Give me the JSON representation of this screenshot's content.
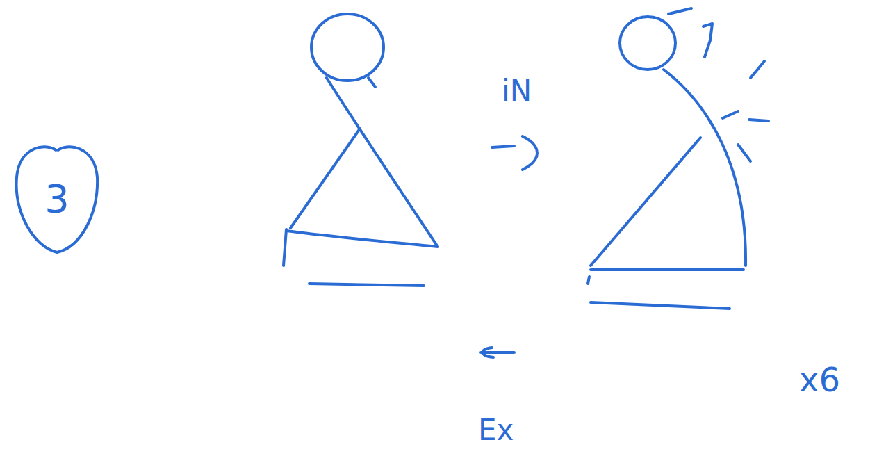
{
  "diagram": {
    "nodes": [
      {
        "text": [
          "3"
        ]
      }
    ],
    "labels": [
      "iN",
      "Ex",
      "x6"
    ]
  }
}
